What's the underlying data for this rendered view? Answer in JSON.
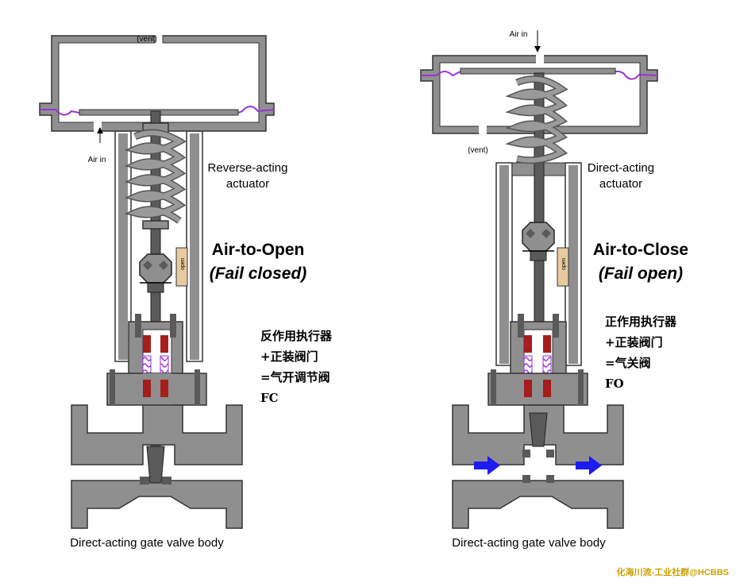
{
  "left": {
    "vent_label": "(vent)",
    "air_label": "Air in",
    "actuator_line1": "Reverse-acting",
    "actuator_line2": "actuator",
    "title": "Air-to-Open",
    "subtitle": "(Fail closed)",
    "indicator_label": "open",
    "cn_lines": [
      "反作用执行器",
      "+正装阀门",
      "=气开调节阀",
      "FC"
    ],
    "body_label": "Direct-acting gate valve body"
  },
  "right": {
    "vent_label": "(vent)",
    "air_label": "Air in",
    "actuator_line1": "Direct-acting",
    "actuator_line2": "actuator",
    "title": "Air-to-Close",
    "subtitle": "(Fail open)",
    "indicator_label": "open",
    "cn_lines": [
      "正作用执行器",
      "+正装阀门",
      "=气关阀",
      "FO"
    ],
    "body_label": "Direct-acting gate valve body"
  },
  "watermark": "化海川流-工业社群@HCBBS",
  "colors": {
    "metal": "#8f8f8f",
    "metal_dark": "#5a5a5a",
    "packing": "#a51d1d",
    "diaphragm": "#9b30d9",
    "flow_arrow": "#1c1cf0",
    "indicator": "#e8caa0",
    "watermark": "#c9a000"
  }
}
